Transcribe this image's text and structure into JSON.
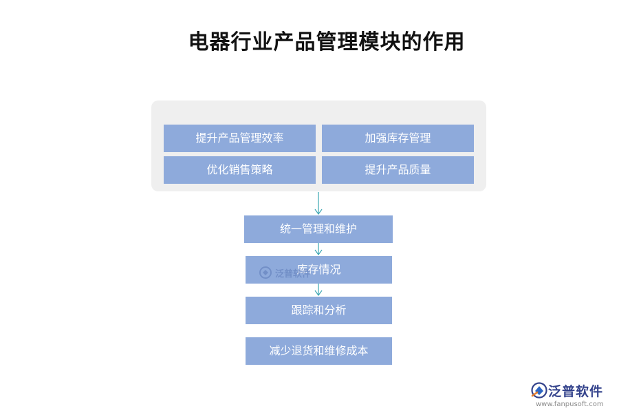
{
  "title": "电器行业产品管理模块的作用",
  "panel": {
    "items": [
      "提升产品管理效率",
      "加强库存管理",
      "优化销售策略",
      "提升产品质量"
    ]
  },
  "flow": [
    "统一管理和维护",
    "库存情况",
    "跟踪和分析",
    "减少退货和维修成本"
  ],
  "watermark": {
    "text": "泛普软件"
  },
  "brand": {
    "name": "泛普软件",
    "url": "www.fanpusoft.com"
  },
  "colors": {
    "box": "#8eaadb",
    "panel": "#efefef",
    "connector": "#3ba6b2",
    "brand": "#34438c"
  }
}
